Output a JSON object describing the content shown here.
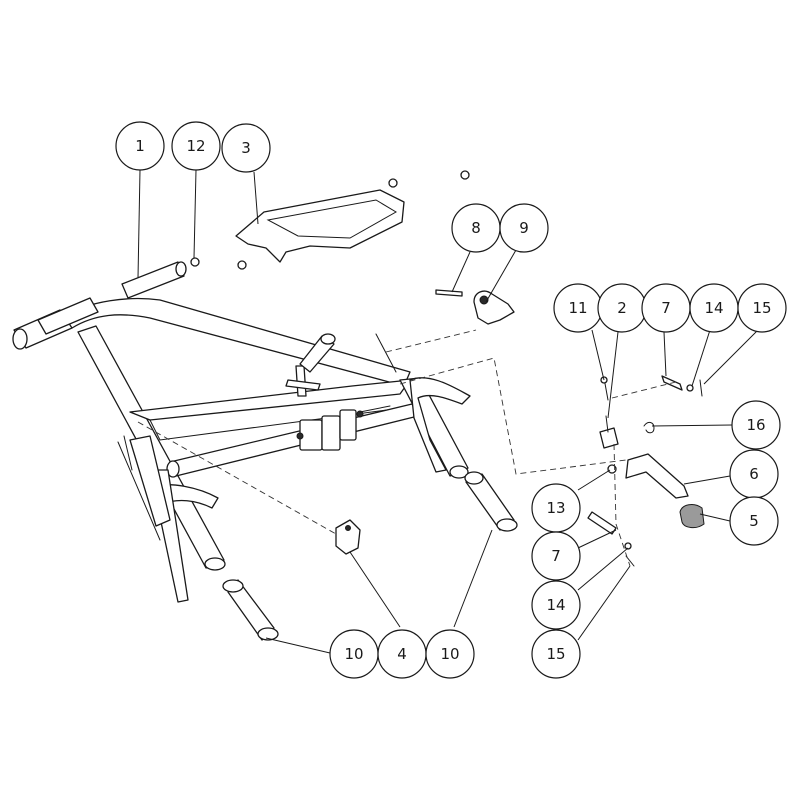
{
  "callouts": [
    {
      "id": "c1",
      "label": "1"
    },
    {
      "id": "c12",
      "label": "12"
    },
    {
      "id": "c3",
      "label": "3"
    },
    {
      "id": "c8",
      "label": "8"
    },
    {
      "id": "c9",
      "label": "9"
    },
    {
      "id": "c11",
      "label": "11"
    },
    {
      "id": "c2",
      "label": "2"
    },
    {
      "id": "c7a",
      "label": "7"
    },
    {
      "id": "c14a",
      "label": "14"
    },
    {
      "id": "c15a",
      "label": "15"
    },
    {
      "id": "c16",
      "label": "16"
    },
    {
      "id": "c6",
      "label": "6"
    },
    {
      "id": "c5",
      "label": "5"
    },
    {
      "id": "c13",
      "label": "13"
    },
    {
      "id": "c7b",
      "label": "7"
    },
    {
      "id": "c14b",
      "label": "14"
    },
    {
      "id": "c15b",
      "label": "15"
    },
    {
      "id": "c10a",
      "label": "10"
    },
    {
      "id": "c4",
      "label": "4"
    },
    {
      "id": "c10b",
      "label": "10"
    }
  ]
}
